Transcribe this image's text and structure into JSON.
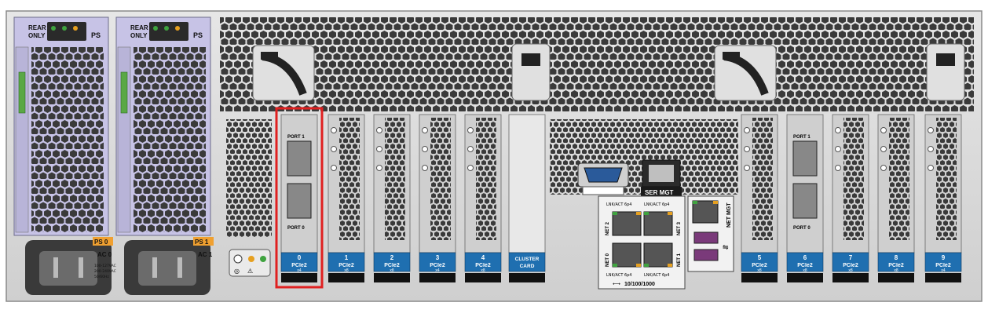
{
  "colors": {
    "chassis": "#d9d9d9",
    "chassis_edge": "#8a8a8a",
    "hex_fill": "#3a3a3a",
    "psu_tint": "#c7c3e6",
    "slot_label": "#1f6fb0",
    "highlight": "#e02020",
    "led_green": "#3fa33f",
    "led_amber": "#e6a020",
    "ps_badge": "#f0a030"
  },
  "psu": [
    {
      "rear_only": [
        "REAR",
        "ONLY"
      ],
      "tag": "PS",
      "badge": "PS 0",
      "ac_label": "AC 0"
    },
    {
      "rear_only": [
        "REAR",
        "ONLY"
      ],
      "tag": "PS",
      "badge": "PS 1",
      "ac_label": "AC 1"
    }
  ],
  "psu_small_print": [
    "100-127VAC",
    "200-240VAC",
    "50/60Hz"
  ],
  "slots": [
    {
      "num": "0",
      "type": "PCIe2",
      "lane": "x4",
      "highlighted": true,
      "ports": [
        "PORT 1",
        "PORT 0"
      ]
    },
    {
      "num": "1",
      "type": "PCIe2",
      "lane": "x8"
    },
    {
      "num": "2",
      "type": "PCIe2",
      "lane": "x8"
    },
    {
      "num": "3",
      "type": "PCIe2",
      "lane": "x4"
    },
    {
      "num": "4",
      "type": "PCIe2",
      "lane": "x8"
    },
    {
      "num": "",
      "type": "CLUSTER CARD",
      "lane": ""
    },
    {
      "num": "5",
      "type": "PCIe2",
      "lane": "x8"
    },
    {
      "num": "6",
      "type": "PCIe2",
      "lane": "x8",
      "ports": [
        "PORT 1",
        "PORT 0"
      ]
    },
    {
      "num": "7",
      "type": "PCIe2",
      "lane": "x8"
    },
    {
      "num": "8",
      "type": "PCIe2",
      "lane": "x8"
    },
    {
      "num": "9",
      "type": "PCIe2",
      "lane": "x4"
    }
  ],
  "rear_io": {
    "ser_mgt": "SER MGT",
    "net_mgt": "NET MGT",
    "net_ports": [
      "NET 2",
      "NET 3",
      "NET 0",
      "NET 1"
    ],
    "lnk_act_label": "LNK/ACT 6p4",
    "speed_label": "10/100/1000"
  }
}
